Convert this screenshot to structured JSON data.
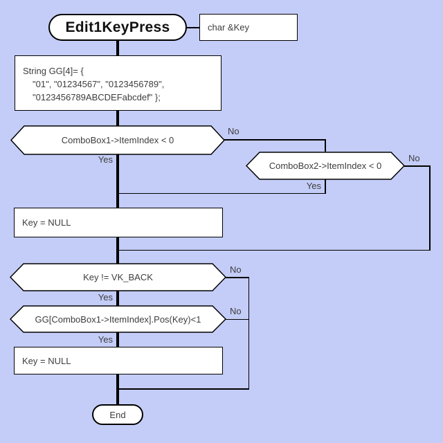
{
  "flowchart": {
    "start": {
      "label": "Edit1KeyPress"
    },
    "param": {
      "label": "char &Key"
    },
    "declaration": {
      "lines": [
        "String GG[4]= {",
        "\"01\", \"01234567\", \"0123456789\",",
        "\"0123456789ABCDEFabcdef\" };"
      ]
    },
    "decision1": {
      "label": "ComboBox1->ItemIndex < 0",
      "yes": "Yes",
      "no": "No"
    },
    "decision2": {
      "label": "ComboBox2->ItemIndex < 0",
      "yes": "Yes",
      "no": "No"
    },
    "process1": {
      "label": "Key = NULL"
    },
    "decision3": {
      "label": "Key != VK_BACK",
      "yes": "Yes",
      "no": "No"
    },
    "decision4": {
      "label": "GG[ComboBox1->ItemIndex].Pos(Key)<1",
      "yes": "Yes",
      "no": "No"
    },
    "process2": {
      "label": "Key = NULL"
    },
    "end": {
      "label": "End"
    },
    "colors": {
      "background": "#c4cdf7",
      "node_fill": "#ffffff",
      "stroke": "#000000",
      "text": "#3d3d3d",
      "title_color": "#111111"
    }
  }
}
